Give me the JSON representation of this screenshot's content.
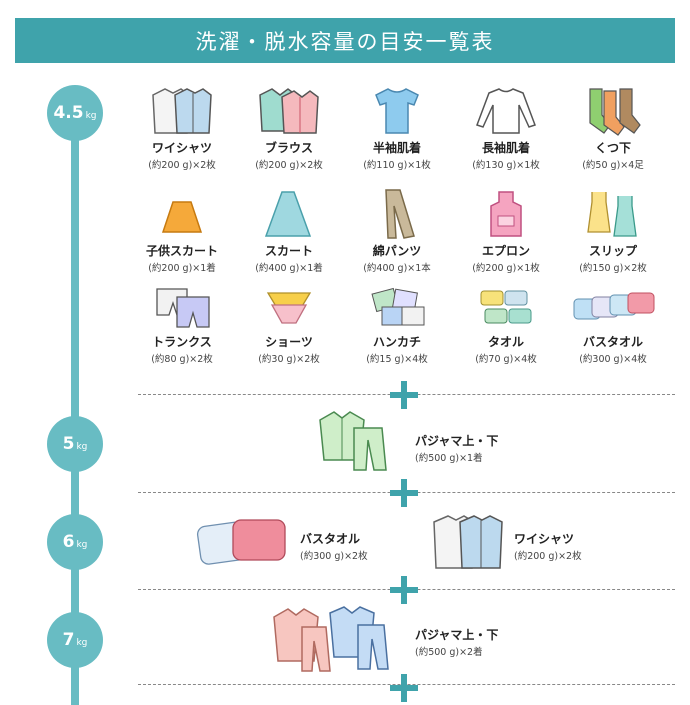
{
  "title": "洗濯・脱水容量の目安一覧表",
  "levels": [
    {
      "value": "4.5",
      "unit": "kg"
    },
    {
      "value": "5",
      "unit": "kg"
    },
    {
      "value": "6",
      "unit": "kg"
    },
    {
      "value": "7",
      "unit": "kg"
    }
  ],
  "items_45": [
    {
      "name": "ワイシャツ",
      "qty": "(約200 g)×2枚"
    },
    {
      "name": "ブラウス",
      "qty": "(約200 g)×2枚"
    },
    {
      "name": "半袖肌着",
      "qty": "(約110 g)×1枚"
    },
    {
      "name": "長袖肌着",
      "qty": "(約130 g)×1枚"
    },
    {
      "name": "くつ下",
      "qty": "(約50 g)×4足"
    },
    {
      "name": "子供スカート",
      "qty": "(約200 g)×1着"
    },
    {
      "name": "スカート",
      "qty": "(約400 g)×1着"
    },
    {
      "name": "綿パンツ",
      "qty": "(約400 g)×1本"
    },
    {
      "name": "エプロン",
      "qty": "(約200 g)×1枚"
    },
    {
      "name": "スリップ",
      "qty": "(約150 g)×2枚"
    },
    {
      "name": "トランクス",
      "qty": "(約80 g)×2枚"
    },
    {
      "name": "ショーツ",
      "qty": "(約30 g)×2枚"
    },
    {
      "name": "ハンカチ",
      "qty": "(約15 g)×4枚"
    },
    {
      "name": "タオル",
      "qty": "(約70 g)×4枚"
    },
    {
      "name": "バスタオル",
      "qty": "(約300 g)×4枚"
    }
  ],
  "item_5": {
    "name": "パジャマ上・下",
    "qty": "(約500 g)×1着"
  },
  "items_6": [
    {
      "name": "バスタオル",
      "qty": "(約300 g)×2枚"
    },
    {
      "name": "ワイシャツ",
      "qty": "(約200 g)×2枚"
    }
  ],
  "item_7": {
    "name": "パジャマ上・下",
    "qty": "(約500 g)×2着"
  }
}
